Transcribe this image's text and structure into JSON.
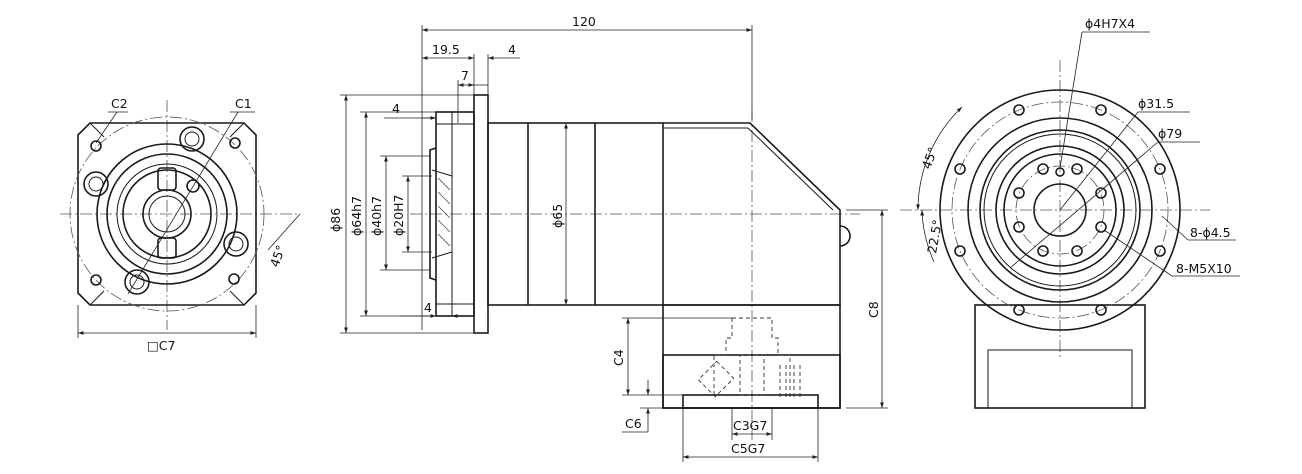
{
  "labels": {
    "c2": "C2",
    "c1": "C1",
    "angle_45_left": "45°",
    "square_c7": "□C7",
    "len_120": "120",
    "len_19_5": "19.5",
    "len_4_top": "4",
    "len_7": "7",
    "len_4_left": "4",
    "dia_86": "ϕ86",
    "dia_64h7": "ϕ64h7",
    "dia_40h7": "ϕ40h7",
    "dia_20h7": "ϕ20H7",
    "dia_65": "ϕ65",
    "len_4_bottom": "4",
    "c8": "C8",
    "c4": "C4",
    "c6": "C6",
    "c3g7": "C3G7",
    "c5g7": "C5G7",
    "dia_4h7x4": "ϕ4H7X4",
    "dia_31_5": "ϕ31.5",
    "dia_79": "ϕ79",
    "angle_45_right": "45°",
    "angle_22_5": "22.5°",
    "holes_8_4_5": "8-ϕ4.5",
    "threads_8_m5x10": "8-M5X10"
  }
}
